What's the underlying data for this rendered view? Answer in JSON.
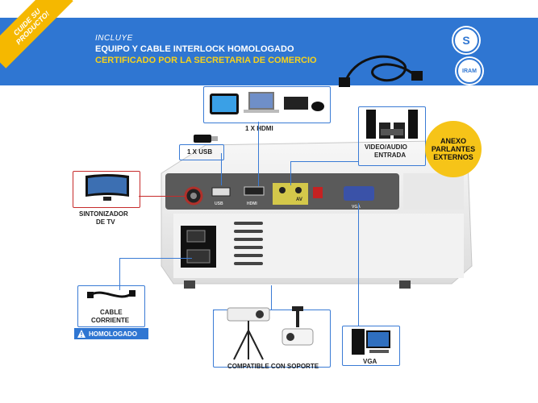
{
  "banner": {
    "ribbon_line1": "CUIDE SU",
    "ribbon_line2": "PRODUCTO!",
    "incluye": "INCLUYE",
    "line1": "EQUIPO Y CABLE INTERLOCK HOMOLOGADO",
    "line2": "CERTIFICADO POR LA SECRETARIA DE COMERCIO",
    "seal1": "S",
    "seal2": "IRAM"
  },
  "labels": {
    "hdmi": "1 X HDMI",
    "usb": "1 X USB",
    "video_audio_1": "VIDEO/AUDIO",
    "video_audio_2": "ENTRADA",
    "anexo_1": "ANEXO",
    "anexo_2": "PARLANTES",
    "anexo_3": "EXTERNOS",
    "tv_1": "SINTONIZADOR",
    "tv_2": "DE TV",
    "cable_1": "CABLE",
    "cable_2": "CORRIENTE",
    "homologado": "HOMOLOGADO",
    "soporte": "COMPATIBLE CON  SOPORTE",
    "vga": "VGA",
    "port_usb": "USB",
    "port_hdmi": "HDMI",
    "port_av": "AV",
    "port_vga": "VGA"
  },
  "icons": [
    "warning-icon",
    "tv-icon",
    "tablet-icon",
    "laptop-icon",
    "console-icon",
    "usb-stick-icon",
    "speakers-icon",
    "power-cable-icon",
    "projector-mount-icon",
    "computer-icon"
  ],
  "colors": {
    "banner": "#2f76d2",
    "accent": "#f5b800",
    "callout": "#3a7bd5"
  }
}
